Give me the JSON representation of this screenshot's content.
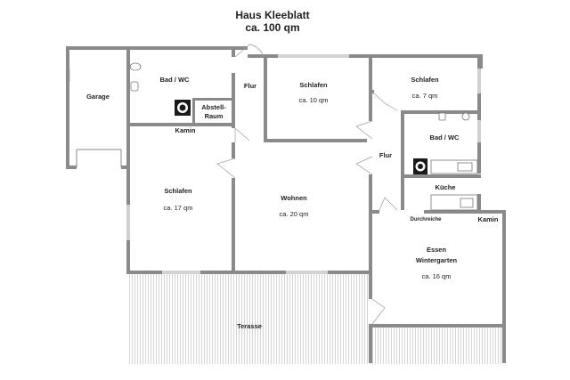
{
  "title": {
    "line1": "Haus Kleeblatt",
    "line2": "ca. 100 qm"
  },
  "rooms": {
    "garage": "Garage",
    "bad_wc_left": "Bad / WC",
    "flur_top": "Flur",
    "schlafen_top_middle": {
      "name": "Schlafen",
      "area": "ca. 10 qm"
    },
    "schlafen_top_right": {
      "name": "Schlafen",
      "area": "ca. 7 qm"
    },
    "abstellraum": {
      "line1": "Abstell-",
      "line2": "Raum"
    },
    "kamin_left": "Kamin",
    "bad_wc_right": "Bad / WC",
    "flur_right": "Flur",
    "schlafen_left": {
      "name": "Schlafen",
      "area": "ca. 17 qm"
    },
    "wohnen": {
      "name": "Wohnen",
      "area": "ca. 20 qm"
    },
    "kueche": "Küche",
    "durchreiche": "Durchreiche",
    "kamin_right": "Kamin",
    "essen": {
      "line1": "Essen",
      "line2": "Wintergarten",
      "area": "ca. 16 qm"
    },
    "terasse": "Terasse"
  },
  "colors": {
    "wall": "#8a8a8a",
    "terrace_lines": "#c8c8c8",
    "text": "#222222"
  },
  "icons": [
    "fireplace-icon",
    "toilet-icon",
    "sink-icon",
    "stove-icon",
    "door-swing-icon"
  ]
}
